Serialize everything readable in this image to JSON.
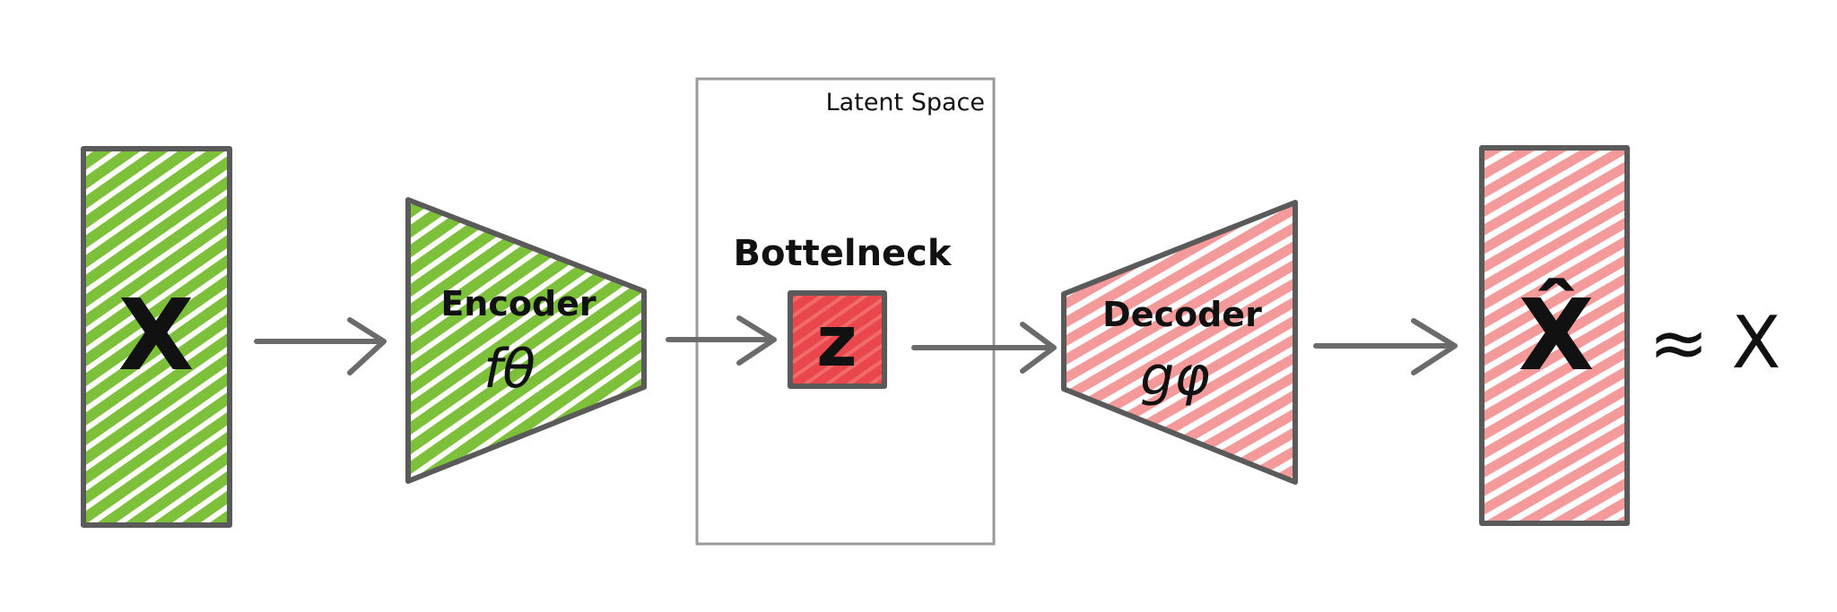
{
  "input": {
    "symbol": "X",
    "color": "#7dc13a"
  },
  "encoder": {
    "title": "Encoder",
    "function_symbol": "fθ",
    "color": "#7dc13a"
  },
  "latent_space": {
    "title": "Latent Space"
  },
  "bottleneck": {
    "title": "Bottelneck",
    "symbol": "z",
    "color": "#e9474b"
  },
  "decoder": {
    "title": "Decoder",
    "function_symbol": "gφ",
    "color": "#f59a9a"
  },
  "output": {
    "symbol": "X̂",
    "approx": "≈ X",
    "color": "#f59a9a"
  },
  "colors": {
    "outline": "#5a5a5a",
    "arrow": "#6b6b6b",
    "frame": "#9a9a9a"
  }
}
